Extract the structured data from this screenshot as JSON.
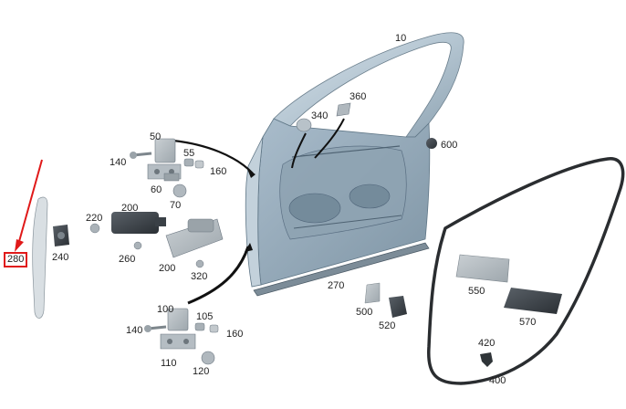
{
  "colors": {
    "highlight": "#e01919",
    "part_light": "#c9d6df",
    "part_mid": "#a3b6c3",
    "part_dark": "#5f7686",
    "seal": "#2a2d30",
    "label_text": "#222222"
  },
  "diagram": {
    "callouts": [
      {
        "id": "p10",
        "text": "10"
      },
      {
        "id": "p360",
        "text": "360"
      },
      {
        "id": "p340",
        "text": "340"
      },
      {
        "id": "p600",
        "text": "600"
      },
      {
        "id": "p50",
        "text": "50"
      },
      {
        "id": "p55",
        "text": "55"
      },
      {
        "id": "p140a",
        "text": "140"
      },
      {
        "id": "p160a",
        "text": "160"
      },
      {
        "id": "p60",
        "text": "60"
      },
      {
        "id": "p70",
        "text": "70"
      },
      {
        "id": "p200a",
        "text": "200"
      },
      {
        "id": "p220",
        "text": "220"
      },
      {
        "id": "p240",
        "text": "240"
      },
      {
        "id": "p260",
        "text": "260"
      },
      {
        "id": "p280",
        "text": "280",
        "highlighted": true
      },
      {
        "id": "p200b",
        "text": "200"
      },
      {
        "id": "p320",
        "text": "320"
      },
      {
        "id": "p270",
        "text": "270"
      },
      {
        "id": "p550",
        "text": "550"
      },
      {
        "id": "p570",
        "text": "570"
      },
      {
        "id": "p500",
        "text": "500"
      },
      {
        "id": "p520",
        "text": "520"
      },
      {
        "id": "p100",
        "text": "100"
      },
      {
        "id": "p105",
        "text": "105"
      },
      {
        "id": "p140b",
        "text": "140"
      },
      {
        "id": "p160b",
        "text": "160"
      },
      {
        "id": "p110",
        "text": "110"
      },
      {
        "id": "p120",
        "text": "120"
      },
      {
        "id": "p420",
        "text": "420"
      },
      {
        "id": "p400",
        "text": "400"
      }
    ]
  }
}
